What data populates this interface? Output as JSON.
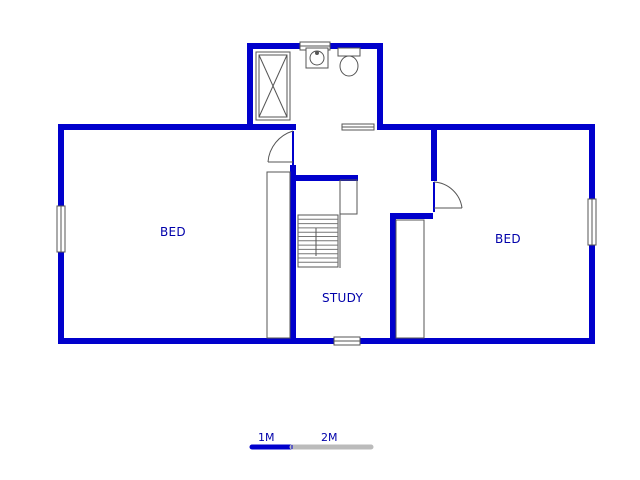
{
  "colors": {
    "wall": "#0000cc",
    "fixture": "#555555",
    "label": "#0000aa",
    "scale_filled": "#0000cc",
    "scale_empty": "#bbbbbb"
  },
  "rooms": {
    "bed_left": "BED",
    "study": "STUDY",
    "bed_right": "BED"
  },
  "scale": {
    "label_1": "1M",
    "label_2": "2M"
  }
}
